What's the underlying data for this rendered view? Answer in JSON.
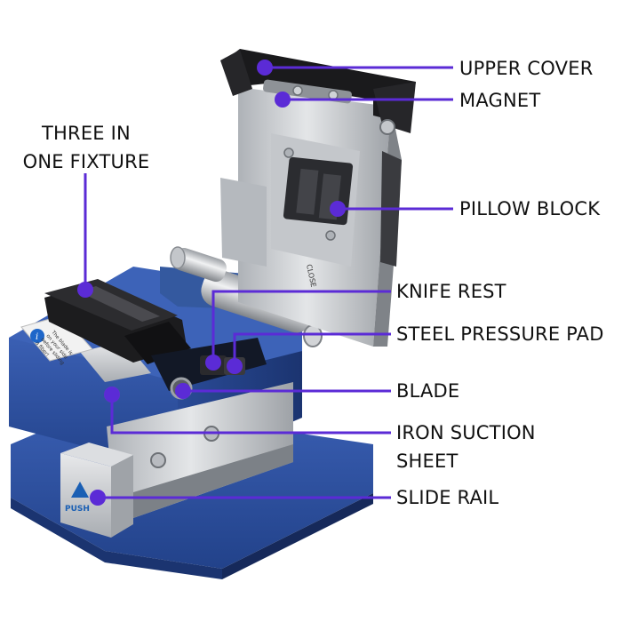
{
  "labels": {
    "three_in_one": "THREE IN ONE FIXTURE",
    "upper_cover": "UPPER COVER",
    "magnet": "MAGNET",
    "pillow_block": "PILLOW BLOCK",
    "knife_rest": "KNIFE REST",
    "steel_pressure_pad": "STEEL PRESSURE PAD",
    "blade": "BLADE",
    "iron_suction_sheet": "IRON SUCTION SHEET",
    "slide_rail": "SLIDE RAIL"
  },
  "device_text": {
    "push": "PUSH",
    "sticker_line1": "The blade is",
    "sticker_line2": "on your side",
    "sticker_line3": "before sliding",
    "sticker_line4": "a fiber!",
    "cover_mark": "CLOSE"
  },
  "colors": {
    "callout_purple": "#5b2bd6",
    "body_blue": "#2d4f9e",
    "body_blue_dark": "#1f3a78",
    "metal_silver": "#c9ccd0",
    "metal_dark": "#8d9196",
    "plastic_black": "#1c1c1e"
  }
}
